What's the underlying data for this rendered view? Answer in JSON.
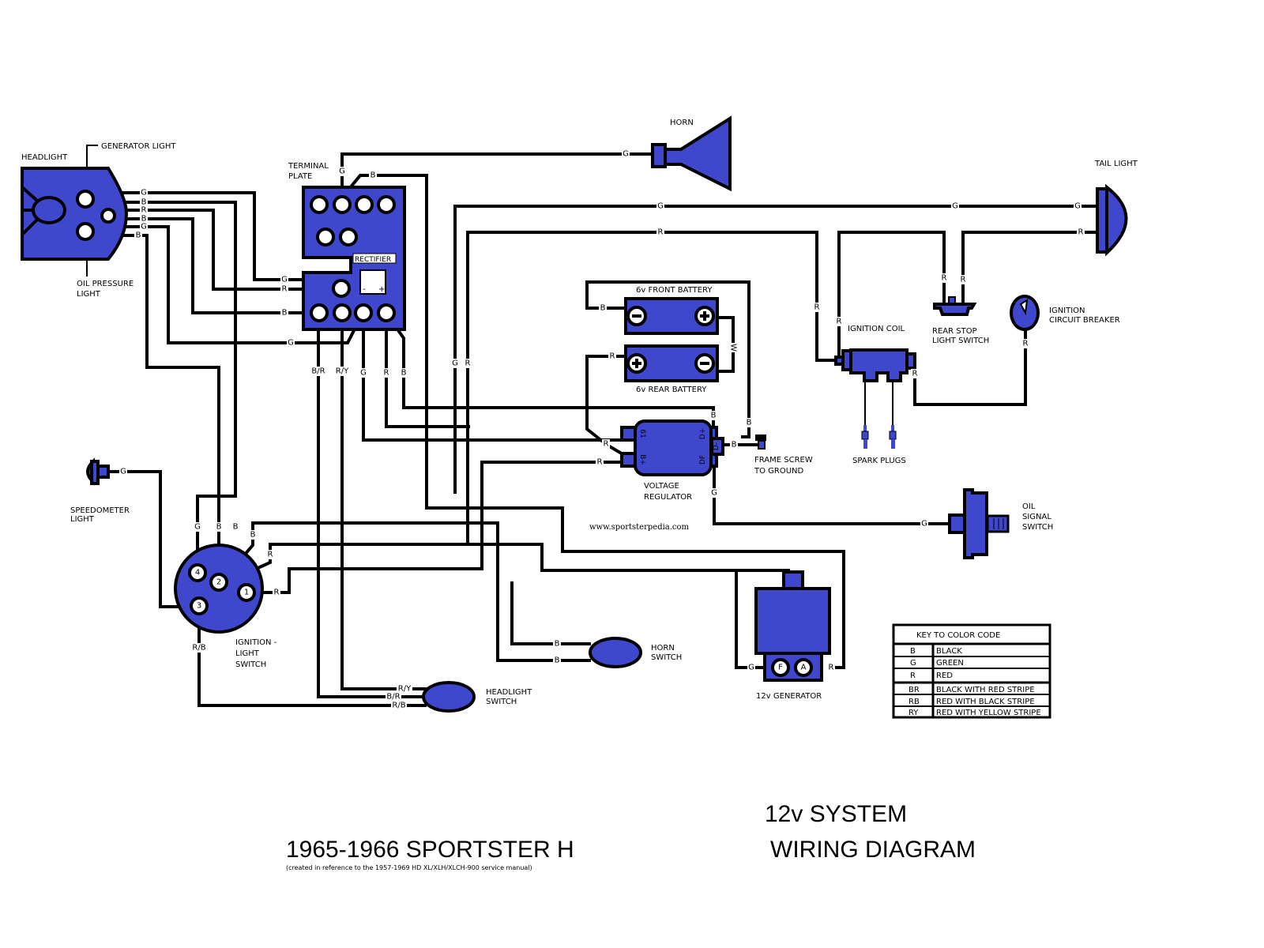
{
  "title": {
    "main": "1965-1966 SPORTSTER  H",
    "subtitle": "(created in reference to the 1957-1969 HD XL/XLH/XLCH-900  service manual)",
    "system": "12v SYSTEM",
    "diagram": "WIRING DIAGRAM"
  },
  "watermark": "www.sportsterpedia.com",
  "components": {
    "headlight": "HEADLIGHT",
    "generator_light": "GENERATOR LIGHT",
    "oil_pressure_light": [
      "OIL PRESSURE",
      "LIGHT"
    ],
    "terminal_plate": [
      "TERMINAL",
      "PLATE"
    ],
    "rectifier": "RECTIFIER",
    "rectifier_minus": "-",
    "rectifier_plus": "+",
    "horn": "HORN",
    "tail_light": "TAIL LIGHT",
    "front_battery": "6v FRONT BATTERY",
    "rear_battery": "6v REAR BATTERY",
    "ignition_coil": "IGNITION COIL",
    "rear_stop_light_switch": [
      "REAR STOP",
      "LIGHT SWITCH"
    ],
    "ignition_circuit_breaker": [
      "IGNITION",
      "CIRCUIT BREAKER"
    ],
    "spark_plugs": "SPARK PLUGS",
    "frame_screw": [
      "FRAME SCREW",
      "TO GROUND"
    ],
    "voltage_regulator": [
      "VOLTAGE",
      "REGULATOR"
    ],
    "regulator_terminals": [
      "61",
      "B+",
      "D+",
      "D-",
      "DF"
    ],
    "oil_signal_switch": [
      "OIL",
      "SIGNAL",
      "SWITCH"
    ],
    "speedometer_light": [
      "SPEEDOMETER",
      "LIGHT"
    ],
    "ignition_light_switch": [
      "IGNITION -",
      "LIGHT",
      "SWITCH"
    ],
    "ignition_switch_terminals": [
      "1",
      "2",
      "3",
      "4"
    ],
    "horn_switch": [
      "HORN",
      "SWITCH"
    ],
    "headlight_switch": [
      "HEADLIGHT",
      "SWITCH"
    ],
    "generator": "12v GENERATOR",
    "generator_terminals": [
      "F",
      "A"
    ]
  },
  "wire_labels": {
    "headlight": [
      "G",
      "B",
      "R",
      "B",
      "G",
      "B"
    ],
    "terminal_top": [
      "G",
      "B"
    ],
    "terminal_left": [
      "G",
      "R",
      "B",
      "G"
    ],
    "terminal_bottom": [
      "B/R",
      "R/Y",
      "G",
      "R",
      "B"
    ],
    "horn": "G",
    "tail_g": [
      "G",
      "G",
      "G"
    ],
    "tail_r": [
      "R",
      "R"
    ],
    "vertical_gr": [
      "G",
      "R"
    ],
    "coil_in": [
      "R",
      "R"
    ],
    "stop_switch": [
      "R",
      "R"
    ],
    "breaker": "R",
    "coil_out": "R",
    "battery_front_neg": "B",
    "battery_link": "W",
    "battery_rear_pos": "R",
    "regulator": [
      "B",
      "B",
      "B",
      "R",
      "R",
      "G"
    ],
    "oil_switch": "G",
    "speedo": "G",
    "ign_switch_top": [
      "G",
      "B",
      "B",
      "B",
      "R",
      "R"
    ],
    "ign_switch_bottom": "R/B",
    "horn_switch": [
      "B",
      "B"
    ],
    "headlight_switch": [
      "R/Y",
      "B/R",
      "R/B"
    ],
    "generator": [
      "G",
      "R"
    ]
  },
  "color_key": {
    "title": "KEY TO COLOR CODE",
    "rows": [
      {
        "code": "B",
        "meaning": "BLACK"
      },
      {
        "code": "G",
        "meaning": "GREEN"
      },
      {
        "code": "R",
        "meaning": "RED"
      },
      {
        "code": "BR",
        "meaning": "BLACK WITH RED STRIPE"
      },
      {
        "code": "RB",
        "meaning": "RED WITH BLACK STRIPE"
      },
      {
        "code": "RY",
        "meaning": "RED WITH YELLOW STRIPE"
      }
    ]
  },
  "colors": {
    "component_fill": "#3f48cc",
    "wire": "#000000",
    "background": "#ffffff"
  }
}
